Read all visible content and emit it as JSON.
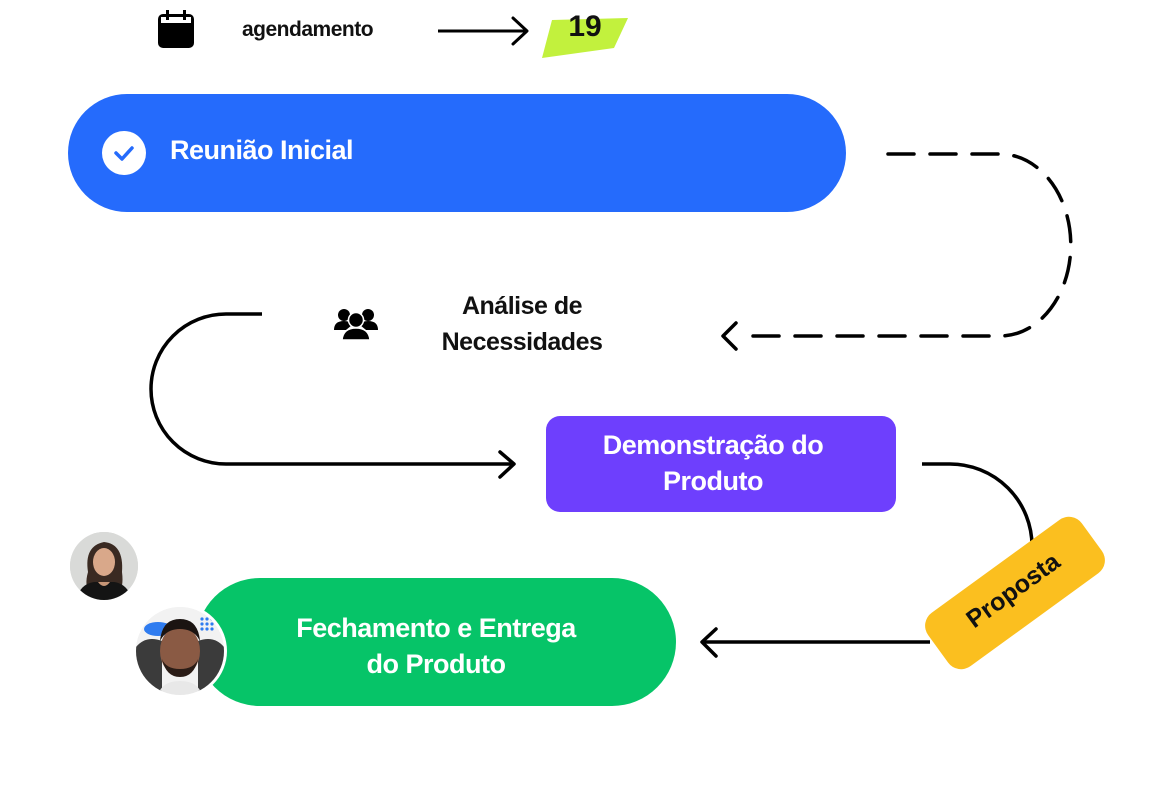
{
  "header": {
    "icon": "calendar-icon",
    "label": "agendamento",
    "arrow": "arrow-right-icon",
    "day": "19",
    "badge_color": "#c2f13d"
  },
  "steps": [
    {
      "id": "reuniao-inicial",
      "label": "Reunião Inicial",
      "icon": "check-circle-icon",
      "color": "#256bfc",
      "status": "completed"
    },
    {
      "id": "analise-necessidades",
      "label_line1": "Análise de",
      "label_line2": "Necessidades",
      "icon": "users-group-icon",
      "color": "#ffffff"
    },
    {
      "id": "demonstracao-produto",
      "label_line1": "Demonstração do",
      "label_line2": "Produto",
      "color": "#6e3ffd"
    },
    {
      "id": "fechamento-entrega",
      "label_line1": "Fechamento e Entrega",
      "label_line2": "do Produto",
      "color": "#06c468"
    }
  ],
  "tag": {
    "label": "Proposta",
    "color": "#fbbf1f"
  },
  "avatars": [
    {
      "name": "avatar-woman",
      "description": "woman with long dark hair"
    },
    {
      "name": "avatar-man",
      "description": "man with short dark hair and beard"
    }
  ],
  "connectors": [
    {
      "from": "reuniao-inicial",
      "to": "analise-necessidades",
      "style": "dashed"
    },
    {
      "from": "analise-necessidades",
      "to": "demonstracao-produto",
      "style": "solid"
    },
    {
      "from": "demonstracao-produto",
      "to": "fechamento-entrega",
      "style": "solid",
      "via": "Proposta"
    }
  ]
}
